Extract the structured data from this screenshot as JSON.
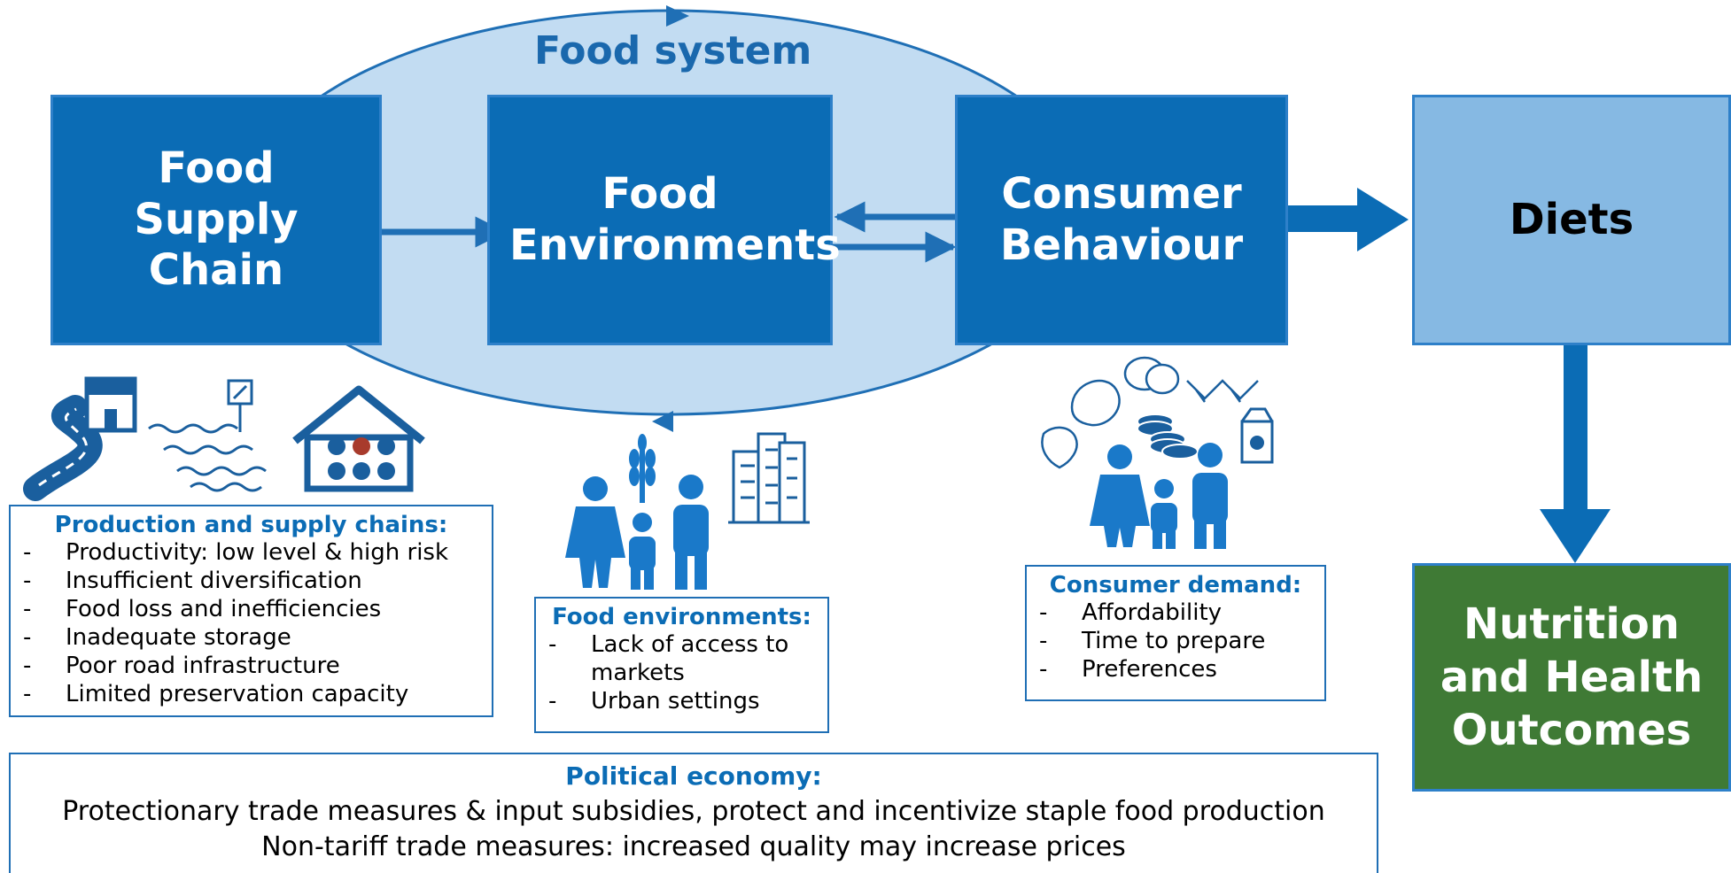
{
  "system_label": "Food system",
  "boxes": {
    "supply_chain": "Food Supply Chain",
    "environments": "Food Environments",
    "consumer": "Consumer Behaviour",
    "diets": "Diets",
    "outcomes": "Nutrition and Health Outcomes"
  },
  "panels": {
    "production": {
      "title": "Production and supply chains:",
      "items": [
        "Productivity: low level & high risk",
        "Insufficient diversification",
        "Food loss and inefficiencies",
        "Inadequate storage",
        "Poor road infrastructure",
        "Limited preservation capacity"
      ]
    },
    "environments": {
      "title": "Food environments:",
      "items": [
        "Lack of access to markets",
        "Urban settings"
      ]
    },
    "consumer": {
      "title": "Consumer demand:",
      "items": [
        "Affordability",
        "Time to prepare",
        "Preferences"
      ]
    },
    "political": {
      "title": "Political economy:",
      "lines": [
        "Protectionary trade measures & input subsidies, protect and incentivize staple food production",
        "Non-tariff trade measures: increased quality may increase prices"
      ]
    }
  },
  "colors": {
    "dark_blue": "#0b6cb5",
    "light_blue": "#86b9e3",
    "ellipse": "#c2dcf2",
    "green": "#3f7a35",
    "accent": "#1f6fb5"
  },
  "icons": [
    "market-stall-icon",
    "road-icon",
    "field-rows-icon",
    "food-storage-house-icon",
    "family-icon",
    "wheat-icon",
    "city-buildings-icon",
    "food-items-icon",
    "coins-icon",
    "milk-carton-icon"
  ]
}
